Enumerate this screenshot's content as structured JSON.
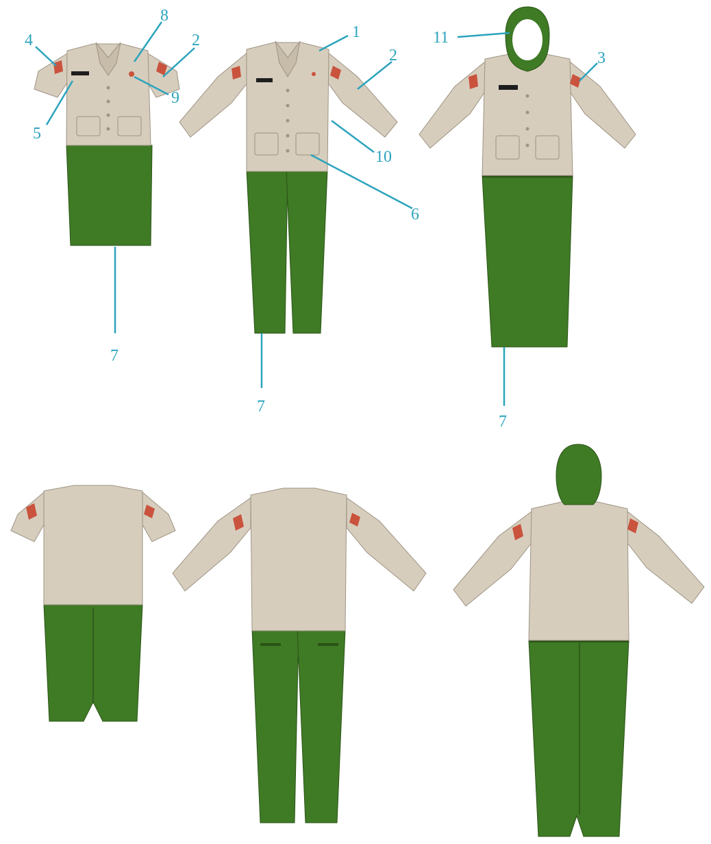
{
  "colors": {
    "background": "#ffffff",
    "shirt": "#d7cdbd",
    "shirt_shade": "#c7bcaa",
    "shirt_outline": "#9d9383",
    "green": "#3f7a25",
    "green_dark": "#2a5416",
    "callout": "#2ba3bd",
    "badge": "#c9533d",
    "nametag": "#1e1e1e",
    "button": "#a09482"
  },
  "figures": [
    {
      "view": "front",
      "sleeve": "short",
      "bottom": "skirt",
      "hood": false
    },
    {
      "view": "front",
      "sleeve": "long",
      "bottom": "trousers",
      "hood": false
    },
    {
      "view": "front",
      "sleeve": "long",
      "bottom": "long-skirt",
      "hood": true
    },
    {
      "view": "back",
      "sleeve": "short",
      "bottom": "skirt",
      "hood": false
    },
    {
      "view": "back",
      "sleeve": "long",
      "bottom": "trousers",
      "hood": false
    },
    {
      "view": "back",
      "sleeve": "long",
      "bottom": "long-skirt",
      "hood": true
    }
  ],
  "callouts": [
    {
      "label": "4"
    },
    {
      "label": "8"
    },
    {
      "label": "2"
    },
    {
      "label": "9"
    },
    {
      "label": "5"
    },
    {
      "label": "7"
    },
    {
      "label": "1"
    },
    {
      "label": "2"
    },
    {
      "label": "10"
    },
    {
      "label": "6"
    },
    {
      "label": "7"
    },
    {
      "label": "11"
    },
    {
      "label": "3"
    },
    {
      "label": "7"
    }
  ]
}
